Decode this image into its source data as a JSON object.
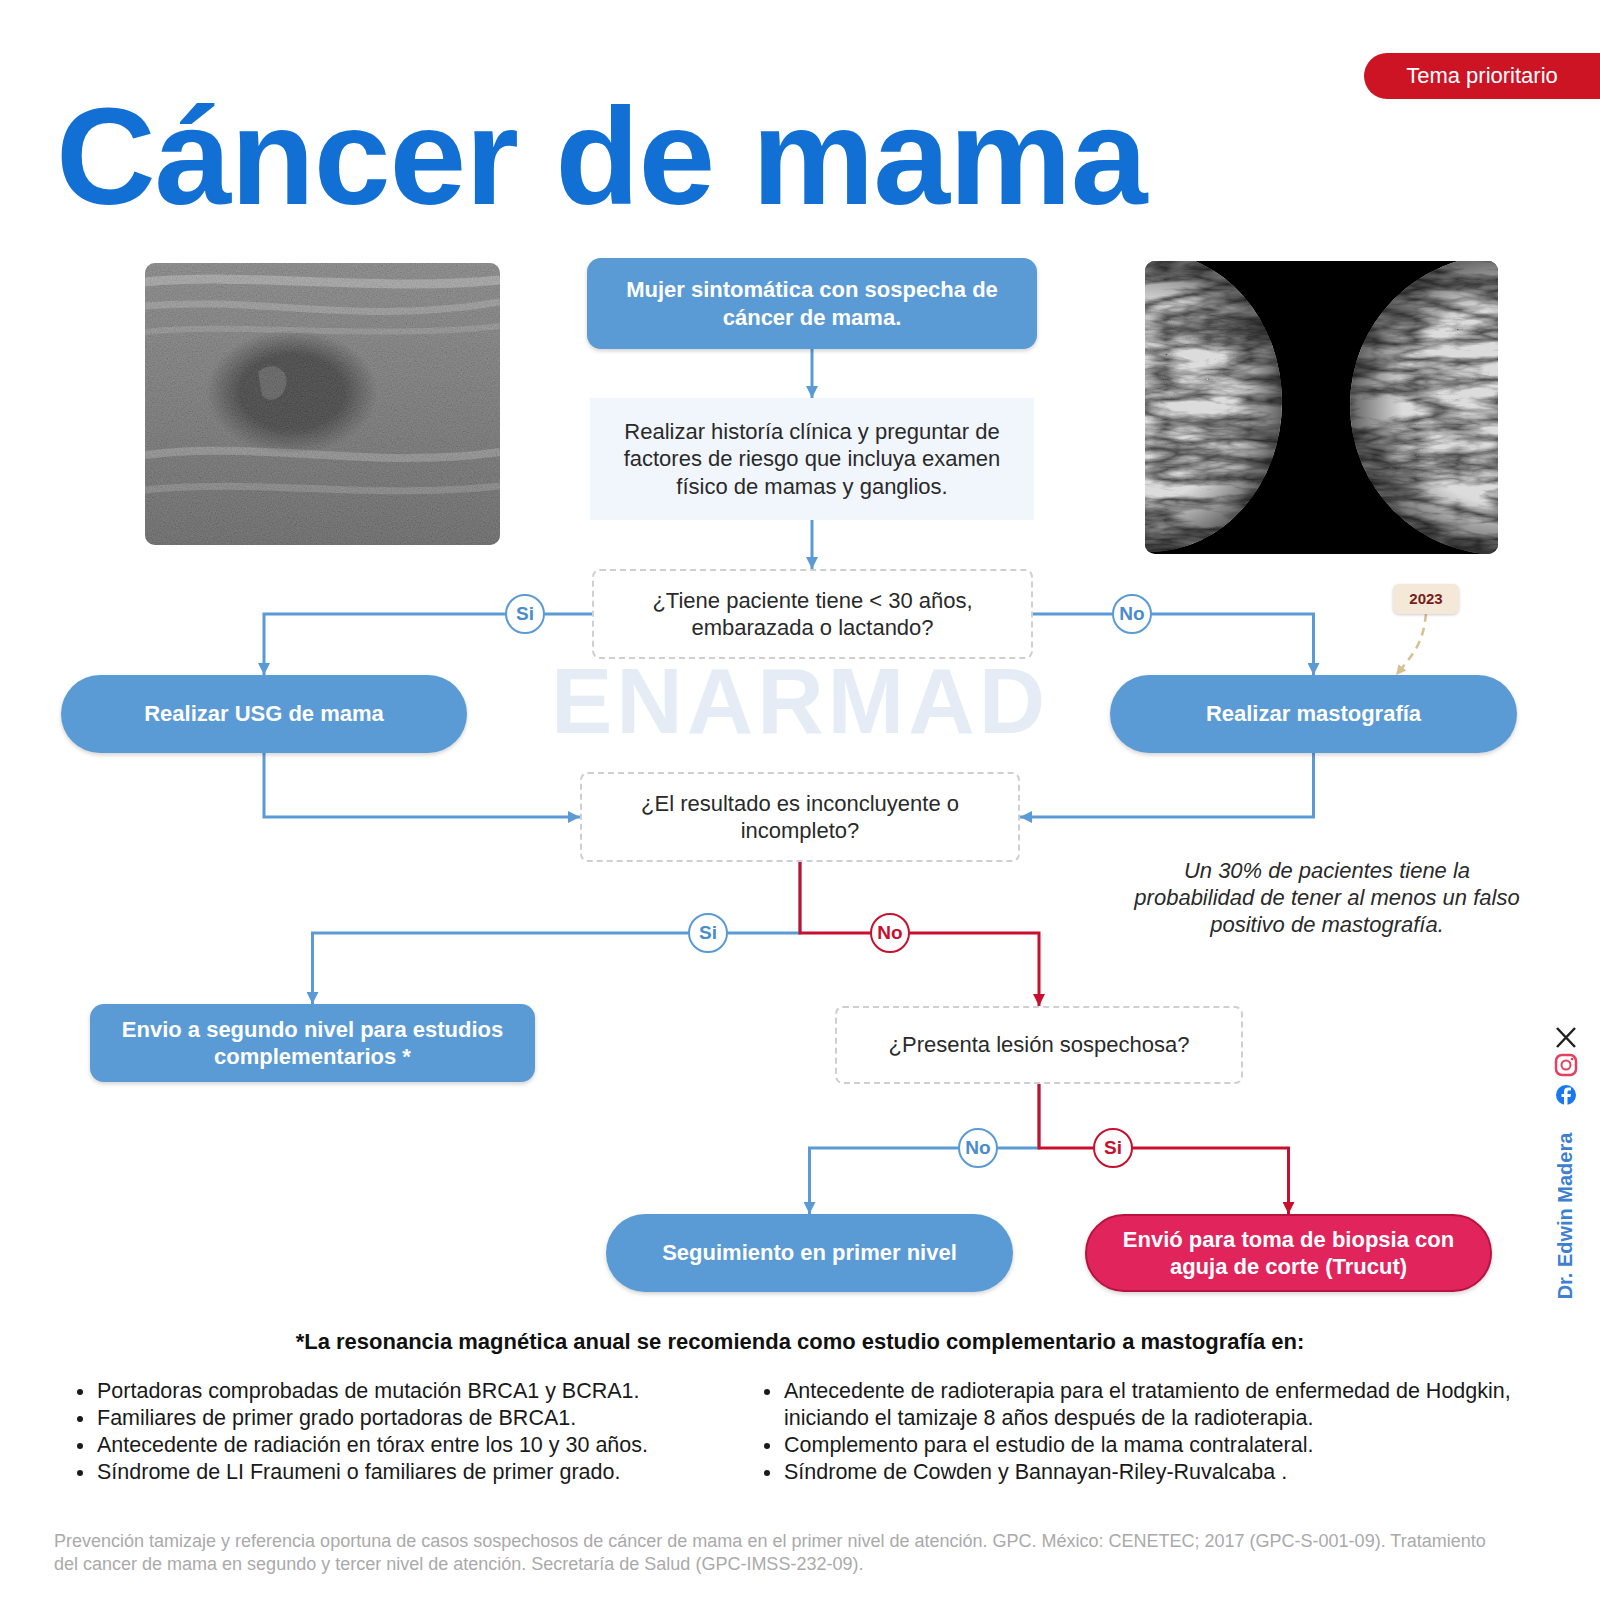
{
  "diagram": {
    "title": "Cáncer de mama",
    "nodes": [
      {
        "text": [
          "Tema prioritario"
        ]
      },
      {
        "text": [
          "Mujer sintomática con sospecha de cáncer de mama."
        ]
      },
      {
        "text": [
          "Realizar historía clínica y preguntar de factores de riesgo que incluya examen físico de mamas y ganglios."
        ]
      },
      {
        "text": [
          "¿Tiene paciente tiene < 30 años, embarazada o lactando?"
        ]
      },
      {
        "text": [
          "Realizar USG de mama"
        ]
      },
      {
        "text": [
          "2023"
        ]
      },
      {
        "text": [
          "Realizar mastografía"
        ]
      },
      {
        "text": [
          "¿El resultado es inconcluyente o incompleto?"
        ]
      },
      {
        "text": [
          "Envio a segundo nivel para estudios complementarios *"
        ]
      },
      {
        "text": [
          "¿Presenta lesión sospechosa?"
        ]
      },
      {
        "text": [
          "Seguimiento en primer nivel"
        ]
      },
      {
        "text": [
          "Envió para toma de biopsia con aguja de corte (Trucut)"
        ]
      }
    ],
    "edges": [
      {
        "from": 1,
        "to": 2,
        "arrow": "to"
      },
      {
        "from": 2,
        "to": 3,
        "arrow": "to"
      },
      {
        "from": 3,
        "to": 4,
        "label": "Si",
        "arrow": "to"
      },
      {
        "from": 3,
        "to": 6,
        "label": "No",
        "arrow": "to"
      },
      {
        "from": 5,
        "to": 6,
        "arrow": "to"
      },
      {
        "from": 4,
        "to": 7,
        "arrow": "to"
      },
      {
        "from": 6,
        "to": 7,
        "arrow": "to"
      },
      {
        "from": 7,
        "to": 8,
        "label": "Si",
        "arrow": "to"
      },
      {
        "from": 7,
        "to": 9,
        "label": "No",
        "arrow": "to"
      },
      {
        "from": 9,
        "to": 10,
        "label": "No",
        "arrow": "to"
      },
      {
        "from": 9,
        "to": 11,
        "label": "Si",
        "arrow": "to"
      }
    ],
    "labels": [
      "Un 30% de pacientes tiene la probabilidad de tener al menos un falso positivo de mastografía.",
      "ENARMAD",
      "*La resonancia magnética anual se recomienda como estudio complementario a mastografía en:",
      "Portadoras comprobadas de mutación BRCA1 y BCRA1.",
      "Familiares de primer grado portadoras de BRCA1.",
      "Antecedente de radiación en tórax entre los 10 y 30 años.",
      "Síndrome de LI Fraumeni o familiares de primer grado.",
      "Antecedente de radioterapia para el tratamiento de enfermedad de Hodgkin, iniciando el tamizaje 8 años después de la radioterapia.",
      "Complemento para el estudio de la mama contralateral.",
      "Síndrome de Cowden y Bannayan-Riley-Ruvalcaba .",
      "Dr. Edwin Madera",
      "Prevención tamizaje y referencia oportuna de casos sospechosos de cáncer de mama en el primer nivel de atención. GPC. México: CENETEC; 2017 (GPC-S-001-09). Tratamiento del cancer de mama en segundo y tercer nivel de atención. Secretaría de Salud (GPC-IMSS-232-09)."
    ]
  }
}
